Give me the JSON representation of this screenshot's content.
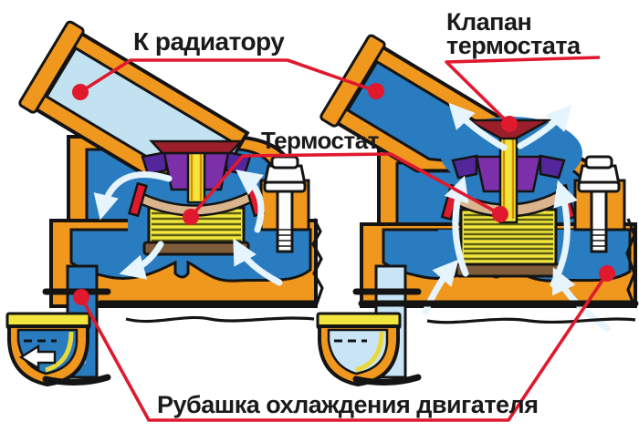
{
  "labels": {
    "to_radiator": "К радиатору",
    "thermostat_valve": {
      "line1": "Клапан",
      "line2": "термостата"
    },
    "thermostat": "Термостат",
    "cooling_jacket": "Рубашка охлаждения двигателя"
  },
  "colors": {
    "background": "#FFFFFF",
    "housing_orange": "#F0971E",
    "coolant_blue": "#2A7CC0",
    "cold_coolant_light_blue": "#C2E2F2",
    "bypass_pale_blue": "#C9E5F5",
    "bellows_yellow": "#F2E63C",
    "stripe_olive": "#5D5D14",
    "valve_dark_red": "#9A1F2A",
    "frame_purple": "#7B2FA8",
    "frame_purple_dark": "#53269B",
    "spring_seat_tan": "#D9B48C",
    "base_brown": "#7E5C3A",
    "callout_red": "#E0192E",
    "flow_arrow": "#E5F4FD",
    "outline_black": "#141414",
    "label_ink": "#1A1A1A"
  }
}
